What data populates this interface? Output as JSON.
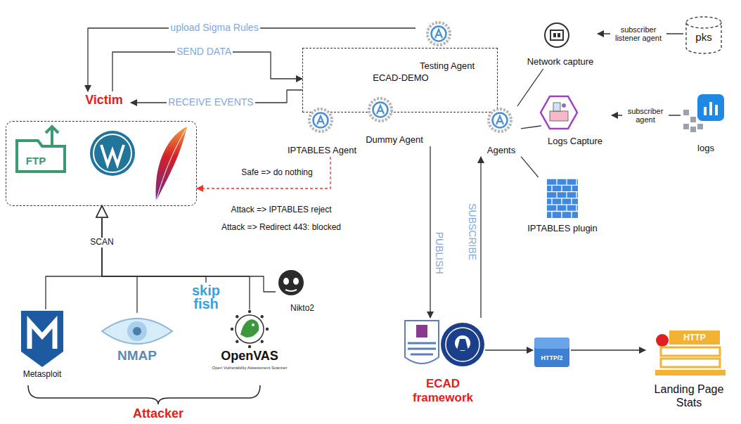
{
  "diagram": {
    "nodes": [
      {
        "text": [
          "Victim"
        ]
      },
      {
        "text": [
          "FTP"
        ]
      },
      {
        "text": [
          "ECAD-DEMO"
        ]
      },
      {
        "text": [
          "Testing Agent"
        ],
        "in": 2
      },
      {
        "text": [
          "Dummy Agent"
        ],
        "in": 2
      },
      {
        "text": [
          "IPTABLES Agent"
        ],
        "in": 2
      },
      {
        "text": [
          "Agents"
        ],
        "in": 2
      },
      {
        "text": [
          "Network capture"
        ]
      },
      {
        "text": [
          "pks"
        ]
      },
      {
        "text": [
          "Logs Capture"
        ]
      },
      {
        "text": [
          "logs"
        ]
      },
      {
        "text": [
          "IPTABLES plugin"
        ]
      },
      {
        "text": [
          "ECAD framework"
        ]
      },
      {
        "text": [
          "HTTP/2"
        ]
      },
      {
        "text": [
          "HTTP",
          "Landing Page Stats"
        ]
      },
      {
        "text": [
          "Metasploit"
        ]
      },
      {
        "text": [
          "NMAP"
        ]
      },
      {
        "text": [
          "skip fish"
        ]
      },
      {
        "text": [
          "OpenVAS",
          "Open Vulnerability Assessment Scanner"
        ]
      },
      {
        "text": [
          "Nikto2"
        ]
      },
      {
        "text": [
          "Attacker"
        ]
      }
    ],
    "edges": [
      {
        "from": 3,
        "to": 0,
        "arrow": "to",
        "label": "upload Sigma Rules"
      },
      {
        "from": 0,
        "to": 2,
        "arrow": "to",
        "label": "SEND DATA"
      },
      {
        "from": 2,
        "to": 0,
        "arrow": "to",
        "label": "RECEIVE EVENTS"
      },
      {
        "from": 5,
        "to": 1,
        "arrow": "to"
      },
      {
        "from": 4,
        "to": 12,
        "arrow": "to",
        "label": "PUBLISH"
      },
      {
        "from": 12,
        "to": 6,
        "arrow": "to",
        "label": "SUBSCRIBE"
      },
      {
        "from": 6,
        "to": 7,
        "arrow": "none"
      },
      {
        "from": 8,
        "to": 7,
        "arrow": "to",
        "label": "subscriber listener agent"
      },
      {
        "from": 6,
        "to": 9,
        "arrow": "none"
      },
      {
        "from": 10,
        "to": 9,
        "arrow": "to",
        "label": "subscriber agent"
      },
      {
        "from": 6,
        "to": 11,
        "arrow": "none"
      },
      {
        "from": 12,
        "to": 13,
        "arrow": "to"
      },
      {
        "from": 13,
        "to": 14,
        "arrow": "to"
      },
      {
        "from": 15,
        "to": 1,
        "arrow": "to",
        "label": "SCAN"
      },
      {
        "from": 16,
        "to": 1,
        "arrow": "to"
      },
      {
        "from": 17,
        "to": 1,
        "arrow": "to"
      },
      {
        "from": 18,
        "to": 1,
        "arrow": "to"
      },
      {
        "from": 19,
        "to": 1,
        "arrow": "to"
      }
    ],
    "labels": [
      "Safe => do nothing",
      "Attack => IPTABLES reject",
      "Attack => Redirect 443: blocked"
    ]
  }
}
